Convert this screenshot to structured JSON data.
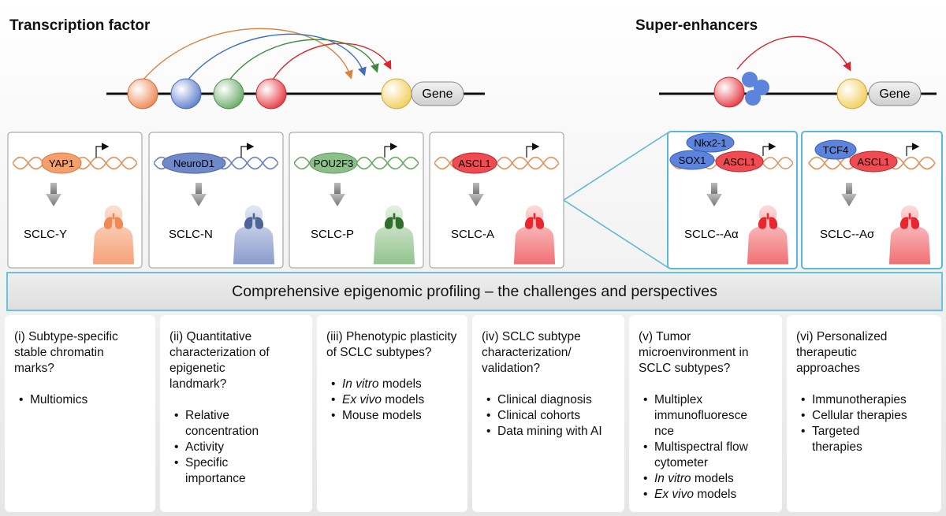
{
  "headings": {
    "left": "Transcription factor",
    "right": "Super-enhancers"
  },
  "gene_label": "Gene",
  "colors": {
    "orange": "#f4a37a",
    "blue": "#7f9bd8",
    "green": "#8cc08a",
    "red": "#ee5a5e",
    "yellow": "#f6e08e",
    "teal_border": "#5bb8d6"
  },
  "subtypes": [
    {
      "tf": "YAP1",
      "label": "SCLC-Y",
      "color": "#f29a68"
    },
    {
      "tf": "NeuroD1",
      "label": "SCLC-N",
      "color": "#7e93c9"
    },
    {
      "tf": "POU2F3",
      "label": "SCLC-P",
      "color": "#8cbf86"
    },
    {
      "tf": "ASCL1",
      "label": "SCLC-A",
      "color": "#ee4c52"
    }
  ],
  "se_subtypes": [
    {
      "cofactors": [
        "Nkx2-1",
        "SOX1"
      ],
      "tf": "ASCL1",
      "label": "SCLC--Aα"
    },
    {
      "cofactors": [
        "TCF4"
      ],
      "tf": "ASCL1",
      "label": "SCLC--Aσ"
    }
  ],
  "banner": "Comprehensive epigenomic profiling – the challenges and perspectives",
  "columns": [
    {
      "title": "(i) Subtype-specific\nstable chromatin\nmarks?",
      "items": [
        "Multiomics"
      ]
    },
    {
      "title": "(ii) Quantitative\ncharacterization of\nepigenetic\nlandmark?",
      "items": [
        "Relative\nconcentration",
        "Activity",
        "Specific\nimportance"
      ]
    },
    {
      "title": "(iii) Phenotypic plasticity\nof SCLC subtypes?",
      "items": [
        "In vitro models",
        "Ex vivo models",
        "Mouse models"
      ]
    },
    {
      "title": "(iv) SCLC subtype\ncharacterization/\nvalidation?",
      "items": [
        "Clinical diagnosis",
        "Clinical cohorts",
        "Data mining with AI"
      ]
    },
    {
      "title": "(v) Tumor\nmicroenvironment in\nSCLC subtypes?",
      "items": [
        "Multiplex\nimmunofluoresce\nnce",
        "Multispectral flow\ncytometer",
        "In vitro models",
        "Ex vivo models"
      ]
    },
    {
      "title": "(vi) Personalized\ntherapeutic\napproaches",
      "items": [
        "Immunotherapies",
        "Cellular therapies",
        "Targeted\ntherapies"
      ]
    }
  ]
}
